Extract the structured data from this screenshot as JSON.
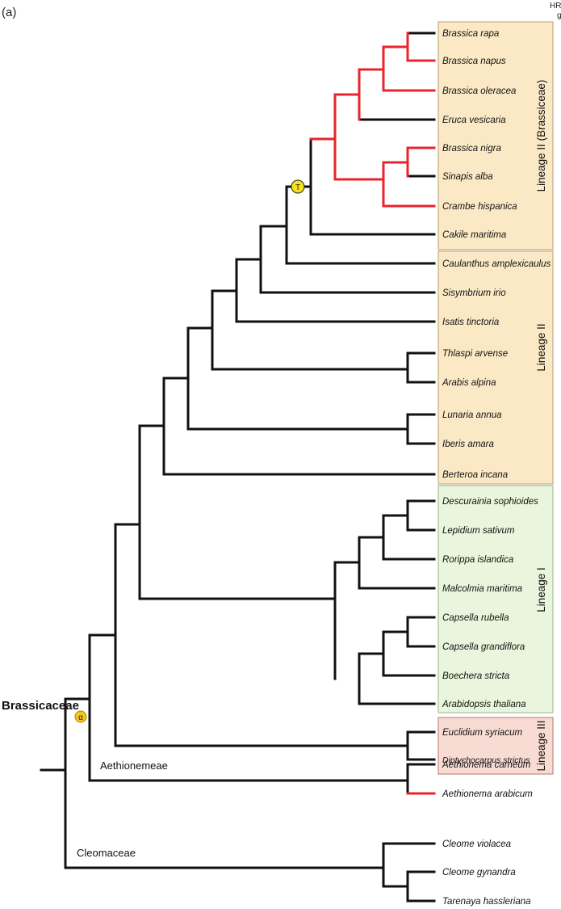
{
  "panel_label": "(a)",
  "corner_text": [
    "HR",
    "g"
  ],
  "family_label": "Brassicaceae",
  "clade_labels": {
    "aethionemeae": "Aethionemeae",
    "cleomaceae": "Cleomaceae"
  },
  "lineage_boxes": {
    "lineage_ii_brassiceae": {
      "label": "Lineage II (Brassiceae)",
      "color": "#fbe9c6"
    },
    "lineage_ii": {
      "label": "Lineage II",
      "color": "#fbe9c6"
    },
    "lineage_i": {
      "label": "Lineage I",
      "color": "#e9f5dc"
    },
    "lineage_iii": {
      "label": "Lineage III",
      "color": "#f8dcd3"
    }
  },
  "markers": {
    "alpha": "α",
    "t": "T"
  },
  "colors": {
    "branch": "#111111",
    "highlight": "#e8242c",
    "marker_fill": "#f7e21c"
  },
  "taxa": [
    "Brassica rapa",
    "Brassica napus",
    "Brassica oleracea",
    "Eruca vesicaria",
    "Brassica nigra",
    "Sinapis alba",
    "Crambe hispanica",
    "Cakile maritima",
    "Caulanthus amplexicaulus",
    "Sisymbrium irio",
    "Isatis tinctoria",
    "Thlaspi arvense",
    "Arabis alpina",
    "Lunaria annua",
    "Iberis amara",
    "Berteroa incana",
    "Descurainia sophioides",
    "Lepidium sativum",
    "Rorippa islandica",
    "Malcolmia maritima",
    "Capsella rubella",
    "Capsella grandiflora",
    "Boechera stricta",
    "Arabidopsis thaliana",
    "Euclidium syriacum",
    "Diptychocarpus strictus",
    "Aethionema carneum",
    "Aethionema arabicum",
    "Cleome violacea",
    "Cleome gynandra",
    "Tarenaya hassleriana"
  ],
  "highlighted_taxa": [
    "Brassica rapa",
    "Brassica napus",
    "Brassica oleracea",
    "Brassica nigra",
    "Sinapis alba",
    "Crambe hispanica",
    "Aethionema arabicum"
  ]
}
